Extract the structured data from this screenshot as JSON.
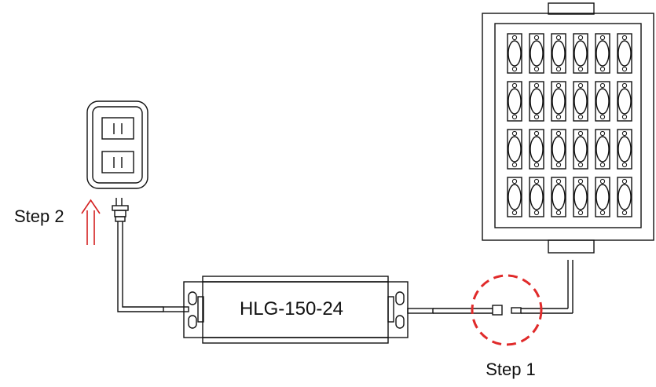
{
  "driver": {
    "model": "HLG-150-24"
  },
  "steps": [
    {
      "label": "Step 1",
      "note_color": "#e02a2a"
    },
    {
      "label": "Step 2",
      "arrow_color": "#d42020"
    }
  ],
  "led_panel": {
    "rows": 4,
    "cols": 6
  },
  "colors": {
    "line": "#111111",
    "accent": "#e02a2a"
  }
}
